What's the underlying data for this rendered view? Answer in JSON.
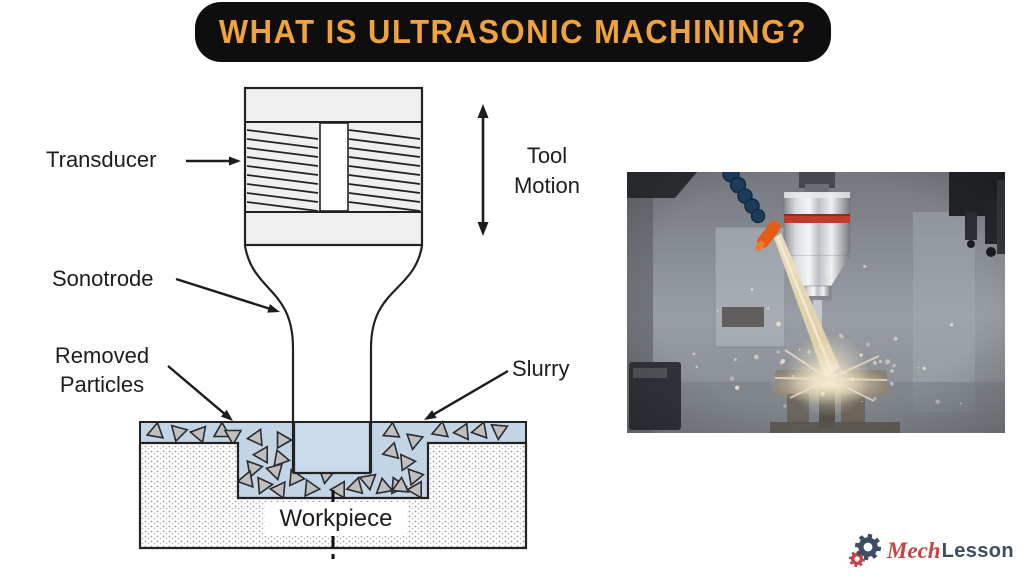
{
  "title": "WHAT IS ULTRASONIC MACHINING?",
  "diagram": {
    "labels": {
      "transducer": "Transducer",
      "tool_motion_line1": "Tool",
      "tool_motion_line2": "Motion",
      "sonotrode": "Sonotrode",
      "removed_particles_line1": "Removed",
      "removed_particles_line2": "Particles",
      "slurry": "Slurry",
      "workpiece": "Workpiece"
    }
  },
  "logo": {
    "mech": "Mech",
    "lesson": "Lesson"
  },
  "colors": {
    "banner_bg": "#0E0E0E",
    "title_text": "#EFA23E",
    "slurry_blue": "#C2D5E7",
    "particle_gray": "#BFBFBF",
    "transducer_fill": "#EFEFEF",
    "logo_red": "#C64444",
    "logo_navy": "#3C4E61"
  },
  "icons": {
    "logo_gear_large": "gear-icon",
    "logo_gear_small": "gear-icon"
  }
}
